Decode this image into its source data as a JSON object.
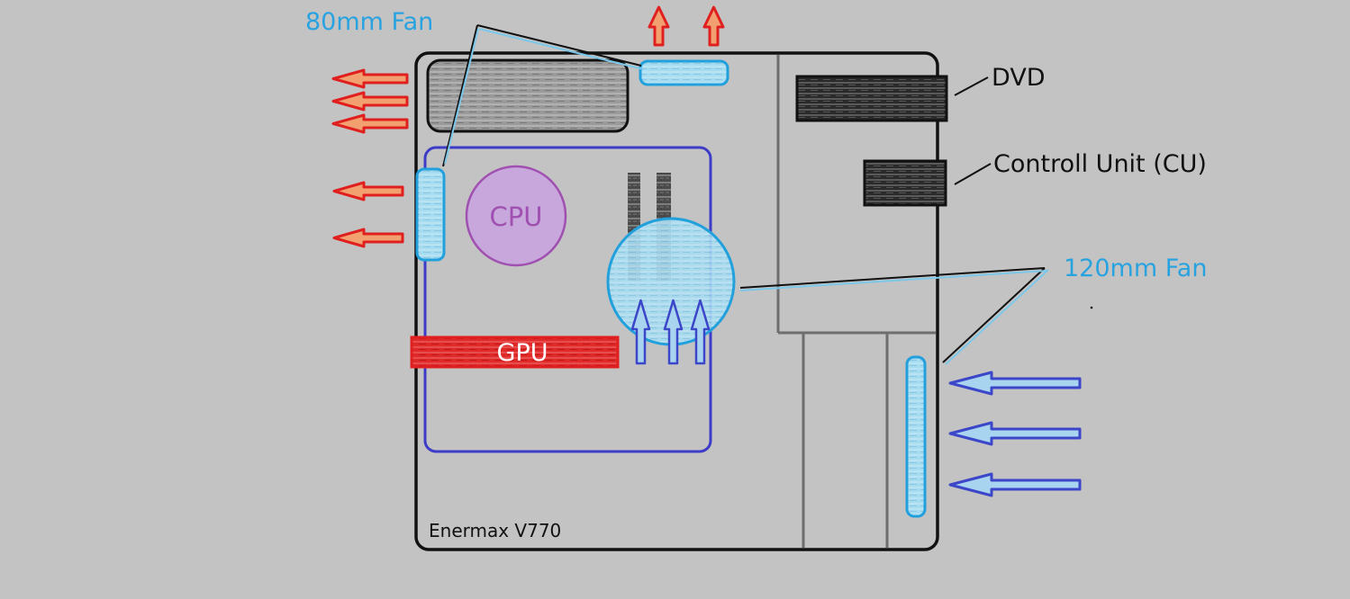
{
  "labels": {
    "fan80": "80mm Fan",
    "dvd": "DVD",
    "cu": "Controll Unit (CU)",
    "fan120": "120mm Fan",
    "cpu": "CPU",
    "gpu": "GPU",
    "case": "Enermax V770"
  },
  "colors": {
    "background": "#c3c3c3",
    "case_outline": "#111111",
    "motherboard": "#3c3cc8",
    "fan_fill": "#9fd8ef",
    "fan_stroke": "#22a0dc",
    "fan_label": "#29a3e0",
    "exhaust_arrow": "#e01f1f",
    "exhaust_arrow_fill": "#f2a070",
    "intake_arrow": "#3c46c8",
    "intake_arrow_fill": "#a9d4f0",
    "gpu": "#e02020",
    "cpu": "#a050b0",
    "cpu_fill": "#c8a8dc"
  }
}
